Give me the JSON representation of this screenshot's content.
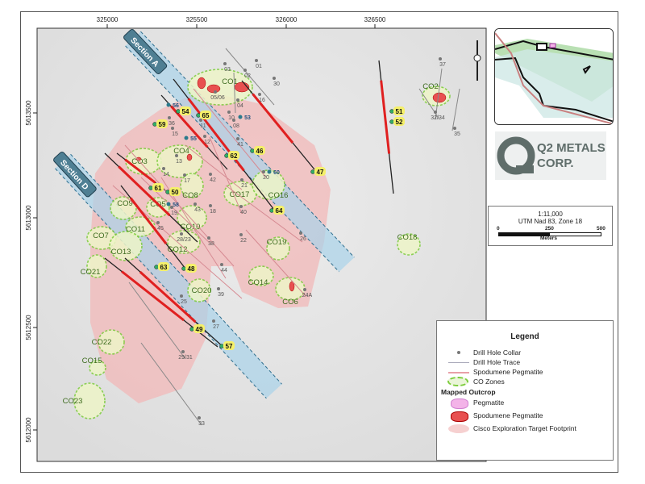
{
  "axes": {
    "easting_ticks": [
      "325000",
      "325500",
      "326000",
      "326500"
    ],
    "northing_ticks": [
      "5613500",
      "5613000",
      "5612500",
      "5612000"
    ]
  },
  "sections": [
    {
      "label": "Section A"
    },
    {
      "label": "Section D"
    }
  ],
  "highlighted_holes": [
    "59",
    "54",
    "65",
    "62",
    "46",
    "47",
    "61",
    "50",
    "64",
    "48",
    "63",
    "49",
    "57",
    "51",
    "52"
  ],
  "other_holes": [
    "03",
    "01",
    "02",
    "30",
    "05/06",
    "04",
    "16",
    "10",
    "11",
    "36",
    "15",
    "12",
    "08",
    "14",
    "13",
    "42",
    "17",
    "41",
    "21",
    "20",
    "40",
    "18",
    "19",
    "43",
    "45",
    "28/23",
    "38",
    "22",
    "26",
    "44",
    "39",
    "25",
    "27",
    "24A",
    "29/31",
    "33",
    "37",
    "32/34",
    "35"
  ],
  "recent_holes": [
    "56",
    "53",
    "55",
    "60",
    "58"
  ],
  "co_zones": [
    "CO1",
    "CO2",
    "CO3",
    "CO4",
    "CO8",
    "CO17",
    "CO16",
    "CO9",
    "CO5",
    "CO10",
    "CO11",
    "CO7",
    "CO13",
    "CO12",
    "CO21",
    "CO19",
    "CO14",
    "CO6",
    "CO20",
    "CO18",
    "CO22",
    "CO15",
    "CO23"
  ],
  "logo": {
    "line1": "Q2 METALS",
    "line2": "CORP."
  },
  "scale": {
    "ratio": "1:11,000",
    "projection": "UTM Nad 83, Zone 18",
    "ticks": [
      "0",
      "250",
      "500"
    ],
    "unit": "Meters"
  },
  "legend": {
    "title": "Legend",
    "items": [
      "Drill Hole Collar",
      "Drill Hole Trace",
      "Spodumene Pegmatite",
      "CO Zones"
    ],
    "subtitle": "Mapped Outcrop",
    "outcrop_items": [
      "Pegmatite",
      "Spodumene Pegmatite",
      "Cisco Exploration Target Footprint"
    ]
  },
  "colors": {
    "footprint": "#f2b8b8",
    "section_band": "#a9d3ea",
    "co_zone": "#7ccc3c",
    "spodumene": "#e02020",
    "highlight": "#f5f06a",
    "collar": "#777777",
    "recent_collar": "#2b7a8c",
    "logo": "#5f6d6a"
  },
  "icons": {
    "north_arrow": "north-arrow-icon"
  }
}
